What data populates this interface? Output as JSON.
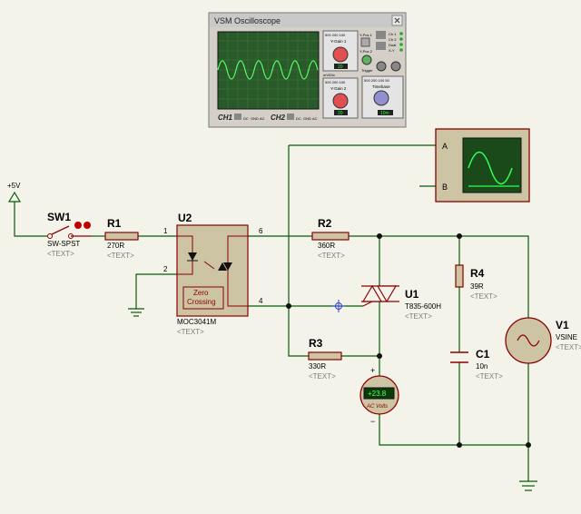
{
  "oscilloscope": {
    "title": "VSM Oscilloscope",
    "ch1_label": "CH1",
    "ch2_label": "CH2",
    "coupling": [
      "DC",
      "GND",
      "AC"
    ],
    "ygain1_label": "Y-Gain 1",
    "ygain2_label": "Y-Gain 2",
    "timebase_label": "Timebase",
    "ypos1_label": "Y-Pos 1",
    "ypos2_label": "Y-Pos 2",
    "trigger_label": "Trigger",
    "ch_options": [
      "Ch 1",
      "Ch 2",
      "Dual",
      "X-Y"
    ],
    "scale_top": "500 200 100",
    "scale_left": "1 mV",
    "scale_right": "20",
    "digit1": "20",
    "digit2": "20",
    "digit3": "10m",
    "unit_mv": "mV/Div",
    "unit_ms": "ms/Div"
  },
  "probe": {
    "a_label": "A",
    "b_label": "B"
  },
  "power": {
    "label": "+5V"
  },
  "sw1": {
    "ref": "SW1",
    "value": "SW-SPST",
    "text": "<TEXT>"
  },
  "r1": {
    "ref": "R1",
    "value": "270R",
    "text": "<TEXT>"
  },
  "u2": {
    "ref": "U2",
    "value": "MOC3041M",
    "text": "<TEXT>",
    "pin1": "1",
    "pin2": "2",
    "pin6": "6",
    "pin4": "4",
    "block_line1": "Zero",
    "block_line2": "Crossing"
  },
  "r2": {
    "ref": "R2",
    "value": "360R",
    "text": "<TEXT>"
  },
  "r3": {
    "ref": "R3",
    "value": "330R",
    "text": "<TEXT>"
  },
  "u1": {
    "ref": "U1",
    "value": "T835-600H",
    "text": "<TEXT>"
  },
  "r4": {
    "ref": "R4",
    "value": "39R",
    "text": "<TEXT>"
  },
  "c1": {
    "ref": "C1",
    "value": "10n",
    "text": "<TEXT>"
  },
  "v1": {
    "ref": "V1",
    "value": "VSINE",
    "text": "<TEXT>"
  },
  "voltmeter": {
    "reading": "+23.8",
    "label": "AC Volts",
    "plus": "+",
    "minus": "−"
  },
  "colors": {
    "wire": "#0a5a0a",
    "component": "#8b0000",
    "body": "#cdc4a4",
    "screen": "#1a4a1a",
    "trace": "#33ff55",
    "ref_text": "#000000",
    "placeholder": "#7a7a7a"
  }
}
